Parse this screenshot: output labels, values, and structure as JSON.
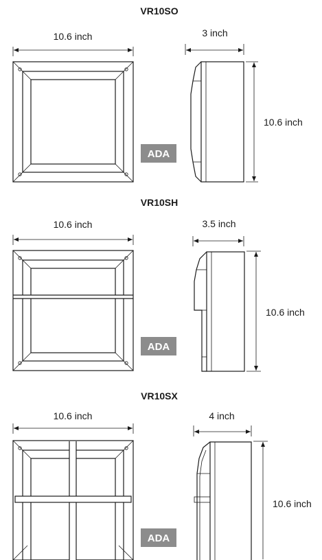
{
  "badge_color": "#8c8c8c",
  "sections": [
    {
      "model": "VR10SO",
      "front_width": "10.6 inch",
      "side_depth": "3 inch",
      "side_height": "10.6 inch",
      "badge": "ADA"
    },
    {
      "model": "VR10SH",
      "front_width": "10.6 inch",
      "side_depth": "3.5 inch",
      "side_height": "10.6 inch",
      "badge": "ADA"
    },
    {
      "model": "VR10SX",
      "front_width": "10.6 inch",
      "side_depth": "4 inch",
      "side_height": "10.6 inch",
      "badge": "ADA"
    }
  ]
}
